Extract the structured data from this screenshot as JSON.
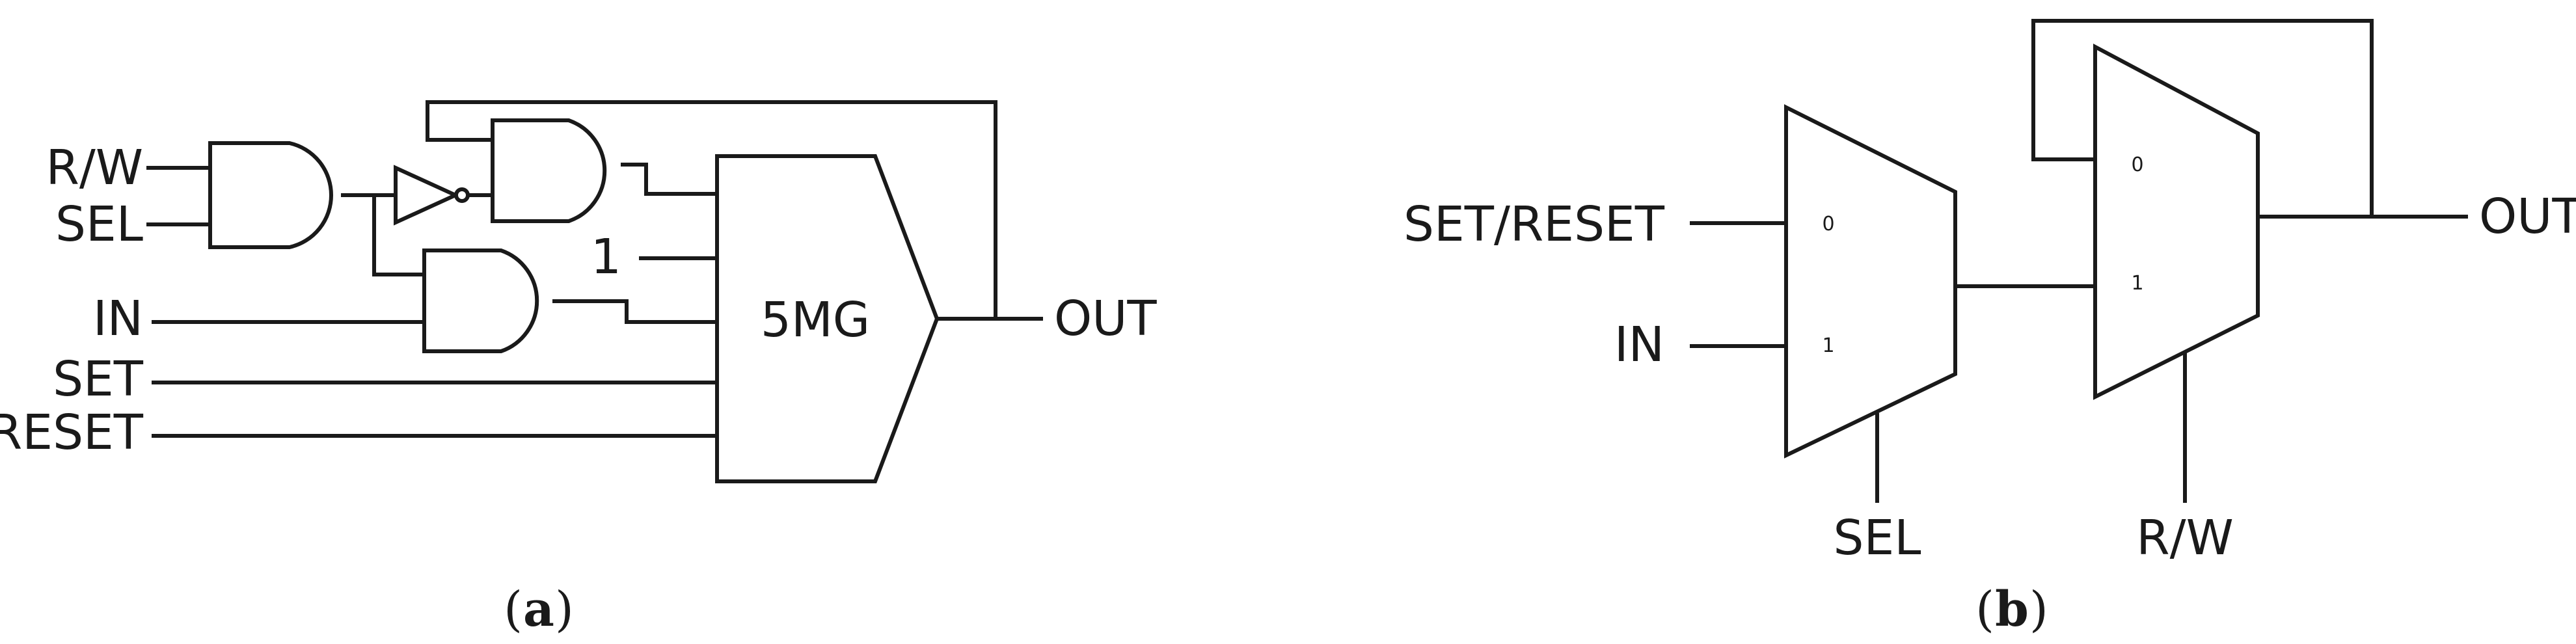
{
  "panel_a": {
    "inputs": {
      "rw": "R/W",
      "sel": "SEL",
      "in": "IN",
      "set": "SET",
      "reset": "RESET"
    },
    "constant": "1",
    "block_label": "5MG",
    "output": "OUT",
    "caption_letter": "a"
  },
  "panel_b": {
    "inputs": {
      "set_reset": "SET/RESET",
      "in": "IN",
      "sel": "SEL",
      "rw": "R/W"
    },
    "mux1_inputs": [
      "0",
      "1"
    ],
    "mux2_inputs": [
      "0",
      "1"
    ],
    "output": "OUT",
    "caption_letter": "b"
  }
}
